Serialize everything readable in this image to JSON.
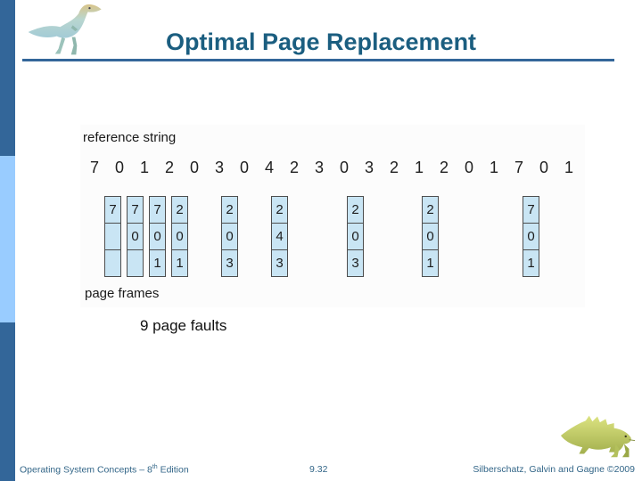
{
  "slide": {
    "title": "Optimal Page Replacement",
    "page_faults_text": "9 page faults"
  },
  "figure": {
    "reference_string_label": "reference string",
    "page_frames_label": "page frames",
    "reference_string": [
      "7",
      "0",
      "1",
      "2",
      "0",
      "3",
      "0",
      "4",
      "2",
      "3",
      "0",
      "3",
      "2",
      "1",
      "2",
      "0",
      "1",
      "7",
      "0",
      "1"
    ],
    "frame_columns": [
      {
        "cells": [
          "7",
          "",
          ""
        ]
      },
      {
        "cells": [
          "7",
          "0",
          ""
        ]
      },
      {
        "cells": [
          "7",
          "0",
          "1"
        ]
      },
      {
        "cells": [
          "2",
          "0",
          "1"
        ]
      },
      {
        "cells": [
          "2",
          "0",
          "3"
        ]
      },
      {
        "cells": [
          "2",
          "4",
          "3"
        ]
      },
      {
        "cells": [
          "2",
          "0",
          "3"
        ]
      },
      {
        "cells": [
          "2",
          "0",
          "1"
        ]
      },
      {
        "cells": [
          "7",
          "0",
          "1"
        ]
      }
    ]
  },
  "footer": {
    "left_main": "Operating System Concepts – 8",
    "left_sup": "th",
    "left_rest": " Edition",
    "page_number": "9.32",
    "right": "Silberschatz, Galvin and Gagne ©2009"
  },
  "icons": {
    "top_left": "dinosaur-logo-icon",
    "bottom_right": "lizard-mascot-icon"
  },
  "colors": {
    "sidebar_dark": "#336699",
    "sidebar_light": "#99ccff",
    "title": "#1b5e80",
    "rule": "#336699",
    "footer_text": "#336688",
    "cell_fill": "#c9e5f4"
  }
}
